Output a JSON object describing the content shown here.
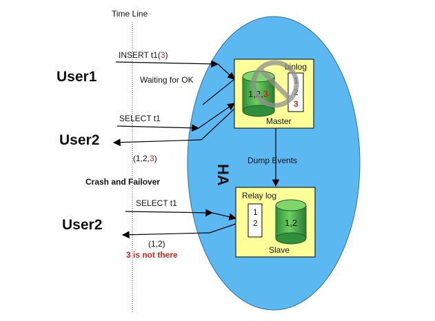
{
  "timeline_label": "Time Line",
  "users": {
    "user1": "User1",
    "user2_top": "User2",
    "user2_bottom": "User2"
  },
  "messages": {
    "insert_prefix": "INSERT t1(",
    "insert_value": "3",
    "insert_suffix": ")",
    "waiting": "Waiting for OK",
    "select_1": "SELECT t1",
    "result_1_prefix": "(1,2,",
    "result_1_value": "3",
    "result_1_suffix": ")",
    "crash": "Crash and Failover",
    "select_2": "SELECT t1",
    "result_2": "(1,2)",
    "missing": "3 is not there"
  },
  "ha_label": "HA",
  "master": {
    "title": "Master",
    "db_prefix": "1,2,",
    "db_value": "3",
    "binlog_title": "binlog",
    "binlog_entries": [
      "1",
      "2",
      "3"
    ]
  },
  "dump_label": "Dump Events",
  "slave": {
    "title": "Slave",
    "relay_title": "Relay log",
    "relay_entries": [
      "1",
      "2"
    ],
    "db_text": "1,2"
  },
  "colors": {
    "ellipse": "#5bb8f0",
    "box": "#ffff99",
    "cylinder": "#4caf50",
    "highlight": "#e0201a",
    "no_sign": "#9a9a9a"
  }
}
